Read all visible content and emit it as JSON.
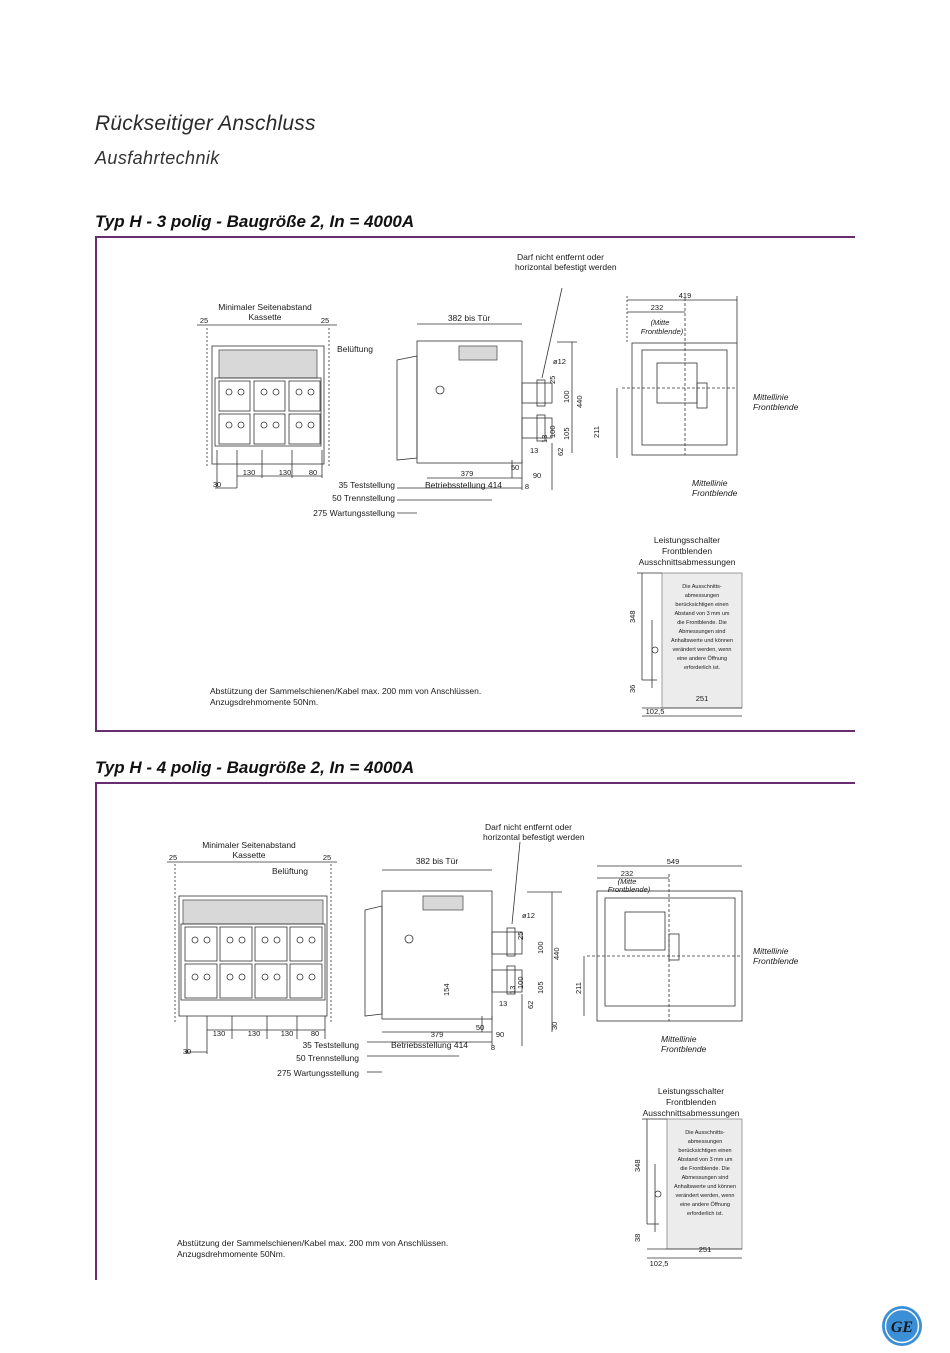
{
  "header": {
    "title": "Rückseitiger Anschluss",
    "subtitle": "Ausfahrtechnik"
  },
  "sections": [
    {
      "heading": "Typ H - 3 polig - Baugröße 2, In = 4000A",
      "labels": {
        "min_side": "Minimaler Seitenabstand",
        "kassette": "Kassette",
        "belueftung": "Belüftung",
        "door": "382 bis Tür",
        "warning1": "Darf nicht entfernt oder",
        "warning2": "horizontal befestigt werden",
        "test": "35 Teststellung",
        "trenn": "50 Trennstellung",
        "wartung": "275 Wartungsstellung",
        "betrieb": "Betriebsstellung 414",
        "mitte1": "(Mitte",
        "mitte2": "Frontblende)",
        "mittellinie1": "Mittellinie",
        "mittellinie2": "Frontblende",
        "ls1": "Leistungsschalter",
        "ls2": "Frontblenden",
        "ls3": "Ausschnittsabmessungen",
        "note1": "Abstützung der Sammelschienen/Kabel max. 200 mm von Anschlüssen.",
        "note2": "Anzugsdrehmomente 50Nm.",
        "box": [
          "Die Ausschnitts-",
          "abmessungen",
          "berücksichtigen einen",
          "Abstand von 3 mm um",
          "die Frontblende. Die",
          "Abmessungen sind",
          "Anhaltswerte und können",
          "verändert werden, wenn",
          "eine andere Öffnung",
          "erforderlich ist."
        ]
      },
      "dims": {
        "d25a": "25",
        "d25b": "25",
        "d130a": "130",
        "d130b": "130",
        "d80": "80",
        "d30": "30",
        "d379": "379",
        "d50": "50",
        "d90": "90",
        "d8": "8",
        "d12": "ø12",
        "d25c": "25",
        "d100a": "100",
        "d440": "440",
        "d100b": "100",
        "d105": "105",
        "d13a": "13",
        "d62": "62",
        "d13b": "13",
        "d419": "419",
        "d232": "232",
        "d211": "211",
        "d348": "348",
        "d36": "36",
        "d251": "251",
        "d1025": "102,5"
      }
    },
    {
      "heading": "Typ H - 4 polig - Baugröße 2, In = 4000A",
      "labels": {
        "min_side": "Minimaler Seitenabstand",
        "kassette": "Kassette",
        "belueftung": "Belüftung",
        "door": "382 bis Tür",
        "warning1": "Darf nicht entfernt oder",
        "warning2": "horizontal befestigt werden",
        "test": "35 Teststellung",
        "trenn": "50 Trennstellung",
        "wartung": "275 Wartungsstellung",
        "betrieb": "Betriebsstellung 414",
        "mitte1": "(Mitte",
        "mitte2": "Frontblende)",
        "mittellinie1": "Mittellinie",
        "mittellinie2": "Frontblende",
        "ls1": "Leistungsschalter",
        "ls2": "Frontblenden",
        "ls3": "Ausschnittsabmessungen",
        "note1": "Abstützung der Sammelschienen/Kabel max. 200 mm von Anschlüssen.",
        "note2": "Anzugsdrehmomente 50Nm.",
        "box": [
          "Die Ausschnitts-",
          "abmessungen",
          "berücksichtigen einen",
          "Abstand von 3 mm um",
          "die Frontblende. Die",
          "Abmessungen sind",
          "Anhaltswerte und können",
          "verändert werden, wenn",
          "eine andere Öffnung",
          "erforderlich ist."
        ]
      },
      "dims": {
        "d25a": "25",
        "d25b": "25",
        "d130a": "130",
        "d130b": "130",
        "d130c": "130",
        "d80": "80",
        "d30": "30",
        "d379": "379",
        "d50": "50",
        "d90": "90",
        "d8": "8",
        "d30b": "30",
        "d12": "ø12",
        "d25c": "25",
        "d100a": "100",
        "d440": "440",
        "d100b": "100",
        "d105": "105",
        "d13a": "13",
        "d62": "62",
        "d13b": "13",
        "d154": "154",
        "d549": "549",
        "d232": "232",
        "d211": "211",
        "d348": "348",
        "d38": "38",
        "d251": "251",
        "d1025": "102,5"
      }
    }
  ],
  "colors": {
    "accent": "#6a2c70",
    "logo": "#3a8fd6"
  },
  "logo": {
    "icon": "ge-logo-icon",
    "text": "GE"
  }
}
